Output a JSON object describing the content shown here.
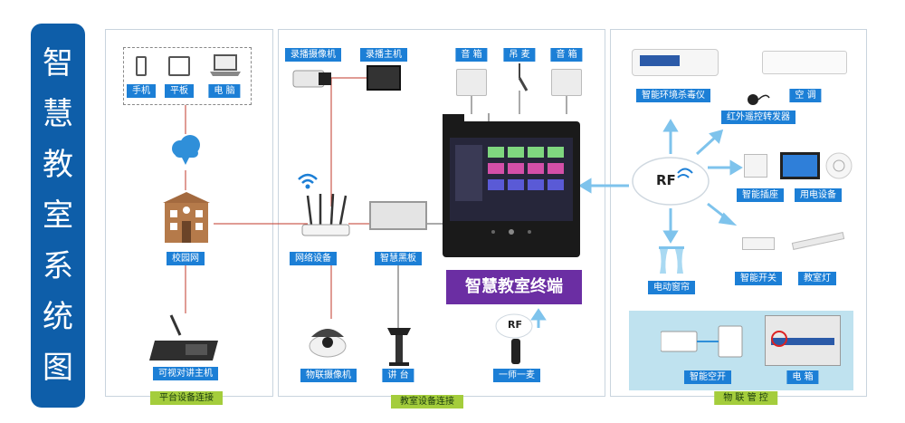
{
  "title": [
    "智",
    "慧",
    "教",
    "室",
    "系",
    "统",
    "图"
  ],
  "sections": {
    "platform": "平台设备连接",
    "classroom": "教室设备连接",
    "iot": "物 联 管 控"
  },
  "platform_devices": {
    "phone": "手机",
    "tablet": "平板",
    "computer": "电 脑",
    "campus_network": "校园网",
    "intercom": "可视对讲主机"
  },
  "classroom_devices": {
    "camera_recorder": "录播摄像机",
    "recorder_host": "录播主机",
    "speaker_left": "音 箱",
    "hanging_mic": "吊 麦",
    "speaker_right": "音 箱",
    "network_device": "网络设备",
    "smart_board": "智慧黑板",
    "iot_camera": "物联摄像机",
    "podium": "讲 台",
    "teacher_mic": "一师一麦",
    "terminal": "智慧教室终端",
    "rf_small": "RF"
  },
  "iot_devices": {
    "sterilizer": "智能环境杀毒仪",
    "air_conditioner": "空 调",
    "ir_transmitter": "红外遥控转发器",
    "rf_center": "RF",
    "smart_socket": "智能插座",
    "power_device": "用电设备",
    "curtain": "电动窗帘",
    "smart_switch": "智能开关",
    "classroom_light": "教室灯",
    "smart_breaker": "智能空开",
    "electric_box": "电 箱"
  },
  "colors": {
    "title_bar": "#0e5ea9",
    "label": "#1c7fd6",
    "section_tag": "#a4cd3c",
    "terminal_title": "#6b2ea3",
    "link_line": "#c0392b",
    "arrow": "#7ec3ec"
  }
}
